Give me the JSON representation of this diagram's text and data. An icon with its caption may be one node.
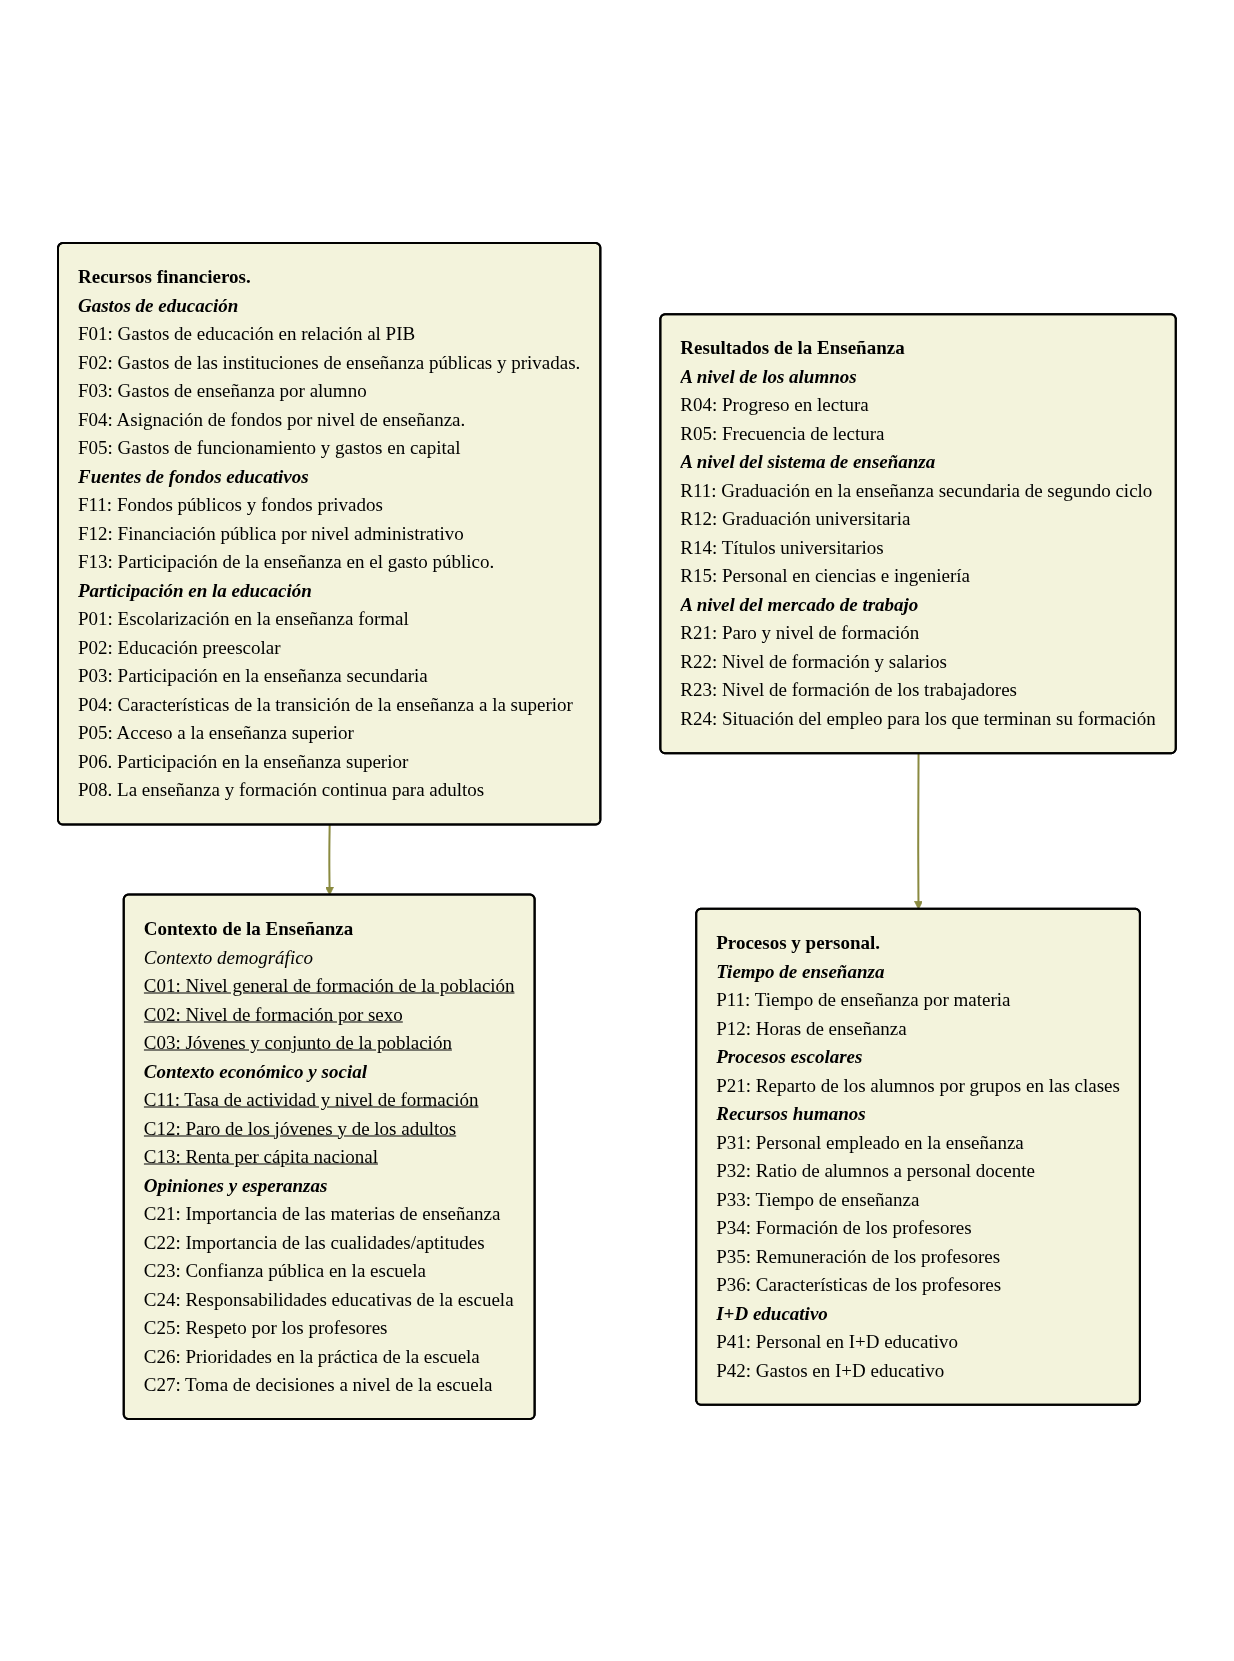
{
  "diagram": {
    "nodes": [
      {
        "text": [
          "Recursos financieros.",
          "Gastos de educación",
          "F01: Gastos de educación en relación al PIB",
          "F02: Gastos de las instituciones de enseñanza públicas y privadas.",
          "F03: Gastos de enseñanza por alumno",
          "F04: Asignación de fondos por nivel de enseñanza.",
          "F05: Gastos de funcionamiento y gastos en capital",
          "Fuentes de fondos educativos",
          "F11: Fondos públicos y fondos privados",
          "F12: Financiación pública por nivel administrativo",
          "F13: Participación de la enseñanza en el gasto público.",
          "Participación en la educación",
          "P01: Escolarización en la enseñanza formal",
          "P02: Educación preescolar",
          "P03: Participación en la enseñanza secundaria",
          "P04: Características de la transición de la enseñanza a la superior",
          "P05: Acceso a la enseñanza superior",
          "P06. Participación en la enseñanza superior",
          "P08. La enseñanza y formación continua para adultos"
        ]
      },
      {
        "text": [
          "Procesos y personal.",
          "Tiempo de enseñanza",
          "P11: Tiempo de enseñanza por materia",
          "P12: Horas de enseñanza",
          "Procesos escolares",
          "P21: Reparto de los alumnos por grupos en las clases",
          "Recursos humanos",
          "P31: Personal empleado en la enseñanza",
          "P32: Ratio de alumnos a personal docente",
          "P33: Tiempo de enseñanza",
          "P34: Formación de los profesores",
          "P35: Remuneración de los profesores",
          "P36: Características de los profesores",
          "I+D educativo",
          "P41: Personal en I+D educativo",
          "P42: Gastos en I+D educativo"
        ]
      },
      {
        "text": [
          "Contexto de la Enseñanza",
          "Contexto demográfico",
          "C01: Nivel general de formación de la población",
          "C02: Nivel de formación por sexo",
          "C03: Jóvenes y conjunto de la población",
          "Contexto económico y social",
          "C11: Tasa de actividad y nivel de formación",
          "C12: Paro de los jóvenes y de los adultos",
          "C13: Renta per cápita nacional",
          "Opiniones y esperanzas",
          "C21: Importancia de las materias de enseñanza",
          "C22: Importancia de las cualidades/aptitudes",
          "C23: Confianza pública en la escuela",
          "C24: Responsabilidades educativas de la escuela",
          "C25: Respeto por los profesores",
          "C26: Prioridades en la práctica de la escuela",
          "C27: Toma de decisiones a nivel de la escuela"
        ]
      },
      {
        "text": [
          "Resultados de la Enseñanza",
          "A nivel de los alumnos",
          "R04: Progreso en lectura",
          "R05: Frecuencia de lectura",
          "A nivel del sistema de enseñanza",
          "R11: Graduación en la enseñanza secundaria de segundo ciclo",
          "R12: Graduación universitaria",
          "R14: Títulos universitarios",
          "R15: Personal en ciencias e ingeniería",
          "A nivel del mercado de trabajo",
          "R21: Paro y nivel de formación",
          "R22: Nivel de formación y salarios",
          "R23: Nivel de formación de los trabajadores",
          "R24: Situación del empleo para los que terminan su formación"
        ]
      }
    ],
    "edges": [
      {
        "from": 0,
        "to": 2,
        "arrow": "to"
      },
      {
        "from": 3,
        "to": 1,
        "arrow": "to"
      }
    ]
  }
}
